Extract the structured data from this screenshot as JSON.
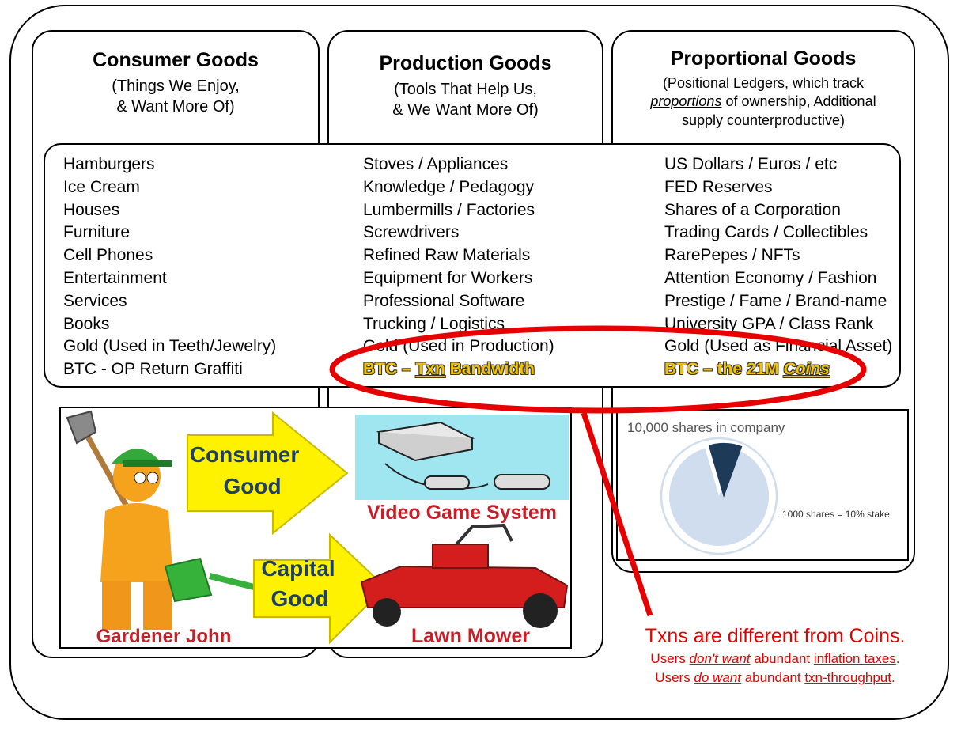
{
  "columns": [
    {
      "title": "Consumer Goods",
      "subtitle": [
        "(Things We Enjoy,",
        "& Want More Of)"
      ],
      "items": [
        "Hamburgers",
        "Ice Cream",
        "Houses",
        "Furniture",
        "Cell Phones",
        "Entertainment",
        "Services",
        "Books",
        "Gold (Used in Teeth/Jewelry)",
        "BTC - OP Return Graffiti"
      ]
    },
    {
      "title": "Production Goods",
      "subtitle": [
        "(Tools That Help Us,",
        "& We Want More Of)"
      ],
      "items": [
        "Stoves / Appliances",
        "Knowledge / Pedagogy",
        "Lumbermills / Factories",
        "Screwdrivers",
        "Refined Raw Materials",
        "Equipment for Workers",
        "Professional Software",
        "Trucking / Logistics",
        "Gold (Used in Production)"
      ],
      "highlight": {
        "pre": "BTC – ",
        "emph": "Txn",
        "post": " Bandwidth"
      }
    },
    {
      "title": "Proportional Goods",
      "subtitle_a": "(Positional Ledgers, which track",
      "subtitle_b_emph": "proportions",
      "subtitle_b_rest": " of ownership, Additional",
      "subtitle_c": "supply counterproductive)",
      "items": [
        "US Dollars / Euros / etc",
        "FED Reserves",
        "Shares of a Corporation",
        "Trading Cards / Collectibles",
        "RarePepes / NFTs",
        "Attention Economy / Fashion",
        "Prestige / Fame / Brand-name",
        "University GPA / Class Rank",
        "Gold (Used as Financial Asset)"
      ],
      "highlight": {
        "pre": "BTC – the 21M ",
        "emph": "Coins"
      }
    }
  ],
  "illustration": {
    "consumer_arrow": [
      "Consumer",
      "Good"
    ],
    "capital_arrow": [
      "Capital",
      "Good"
    ],
    "video_game_label": "Video Game System",
    "gardener_label": "Gardener John",
    "mower_label": "Lawn Mower"
  },
  "pie": {
    "title": "10,000 shares in company",
    "slice_label": "1000 shares = 10% stake",
    "slice_fraction": 0.1,
    "colors": {
      "main": "#cfddee",
      "slice": "#1d3a58",
      "ring": "#cfddee"
    }
  },
  "note": {
    "headline": "Txns are different from Coins.",
    "line1": {
      "pre": "Users ",
      "emph1": "don't want",
      "mid": " abundant ",
      "emph2": "inflation taxes",
      "post": "."
    },
    "line2": {
      "pre": "Users ",
      "emph1": "do want",
      "mid": " abundant ",
      "emph2": "txn-throughput",
      "post": "."
    }
  },
  "colors": {
    "highlight_gold": "#f5c200",
    "annotation_red": "#e60000",
    "arrow_yellow": "#fff200",
    "screen_cyan": "#9fe6f0"
  }
}
